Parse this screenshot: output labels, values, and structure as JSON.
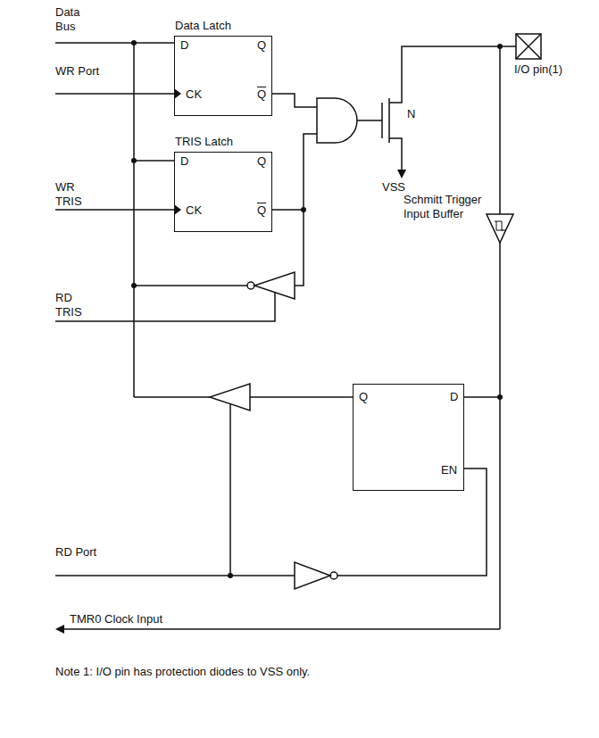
{
  "diagram": {
    "nodes": [
      {
        "text": [
          "Data Latch",
          "D",
          "Q",
          "CK",
          "Q"
        ]
      },
      {
        "text": [
          "TRIS Latch",
          "D",
          "Q",
          "CK",
          "Q"
        ]
      },
      {
        "text": [
          "Q",
          "D",
          "EN"
        ]
      }
    ],
    "labels": [
      "Data Bus",
      "WR Port",
      "WR TRIS",
      "RD TRIS",
      "RD Port",
      "TMR0 Clock Input",
      "VSS",
      "N",
      "I/O pin(1)",
      "Schmitt Trigger Input Buffer",
      "Note 1: I/O pin has protection diodes to VSS only."
    ]
  }
}
